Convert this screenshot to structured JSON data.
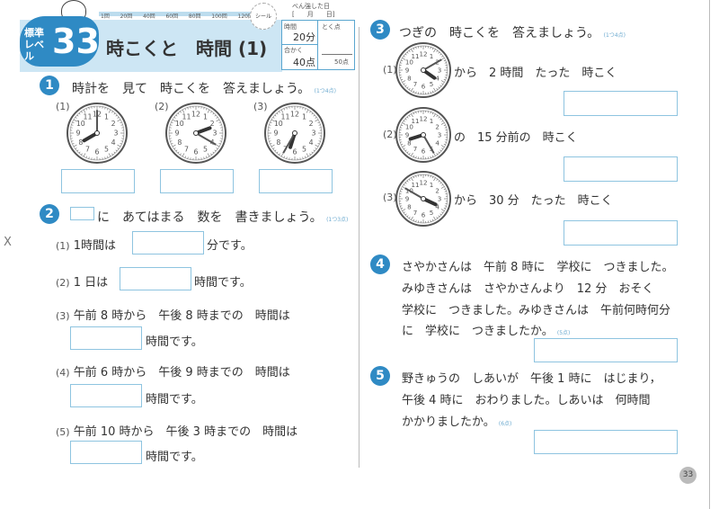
{
  "header": {
    "level_label": "標準レベル",
    "level_number": "33",
    "title": "時こくと　時間 (1)",
    "progress_ticks": [
      "1回",
      "20回",
      "40回",
      "60回",
      "80回",
      "100回",
      "120回"
    ],
    "sticker": "シール",
    "study_date_label": "べん強した日",
    "date_brackets": "[　　月　　日]",
    "time_label": "時間",
    "time_value": "20分",
    "pass_label": "合かく",
    "pass_value": "40点",
    "score_label": "とく点",
    "score_total": "50点"
  },
  "q1": {
    "number": "1",
    "text": "時計を　見て　時こくを　答えましょう。",
    "points": "(1つ4点)",
    "clocks": [
      {
        "label": "(1)",
        "hour": 8,
        "minute": 0
      },
      {
        "label": "(2)",
        "hour": 2,
        "minute": 20
      },
      {
        "label": "(3)",
        "hour": 6,
        "minute": 35
      }
    ]
  },
  "q2": {
    "number": "2",
    "text": "に　あてはまる　数を　書きましょう。",
    "points": "(1つ3点)",
    "items": [
      {
        "label": "(1)",
        "before": "1時間は",
        "after": "分です。"
      },
      {
        "label": "(2)",
        "before": "1 日は",
        "after": "時間です。"
      },
      {
        "label": "(3)",
        "before": "午前 8 時から　午後 8 時までの　時間は",
        "after": "時間です。"
      },
      {
        "label": "(4)",
        "before": "午前 6 時から　午後 9 時までの　時間は",
        "after": "時間です。"
      },
      {
        "label": "(5)",
        "before": "午前 10 時から　午後 3 時までの　時間は",
        "after": "時間です。"
      }
    ]
  },
  "q3": {
    "number": "3",
    "text": "つぎの　時こくを　答えましょう。",
    "points": "(1つ4点)",
    "items": [
      {
        "label": "(1)",
        "hour": 4,
        "minute": 10,
        "text": "から　2 時間　たった　時こく"
      },
      {
        "label": "(2)",
        "hour": 8,
        "minute": 25,
        "text": "の　15 分前の　時こく"
      },
      {
        "label": "(3)",
        "hour": 3,
        "minute": 50,
        "text": "から　30 分　たった　時こく"
      }
    ]
  },
  "q4": {
    "number": "4",
    "lines": [
      "さやかさんは　午前 8 時に　学校に　つきました。",
      "みゆきさんは　さやかさんより　12 分　おそく",
      "学校に　つきました。みゆきさんは　午前何時何分",
      "に　学校に　つきましたか。"
    ],
    "points": "(5点)"
  },
  "q5": {
    "number": "5",
    "lines": [
      "野きゅうの　しあいが　午後 1 時に　はじまり，",
      "午後 4 時に　おわりました。しあいは　何時間",
      "かかりましたか。"
    ],
    "points": "(6点)"
  },
  "margin_mark": "X",
  "page_number": "33"
}
